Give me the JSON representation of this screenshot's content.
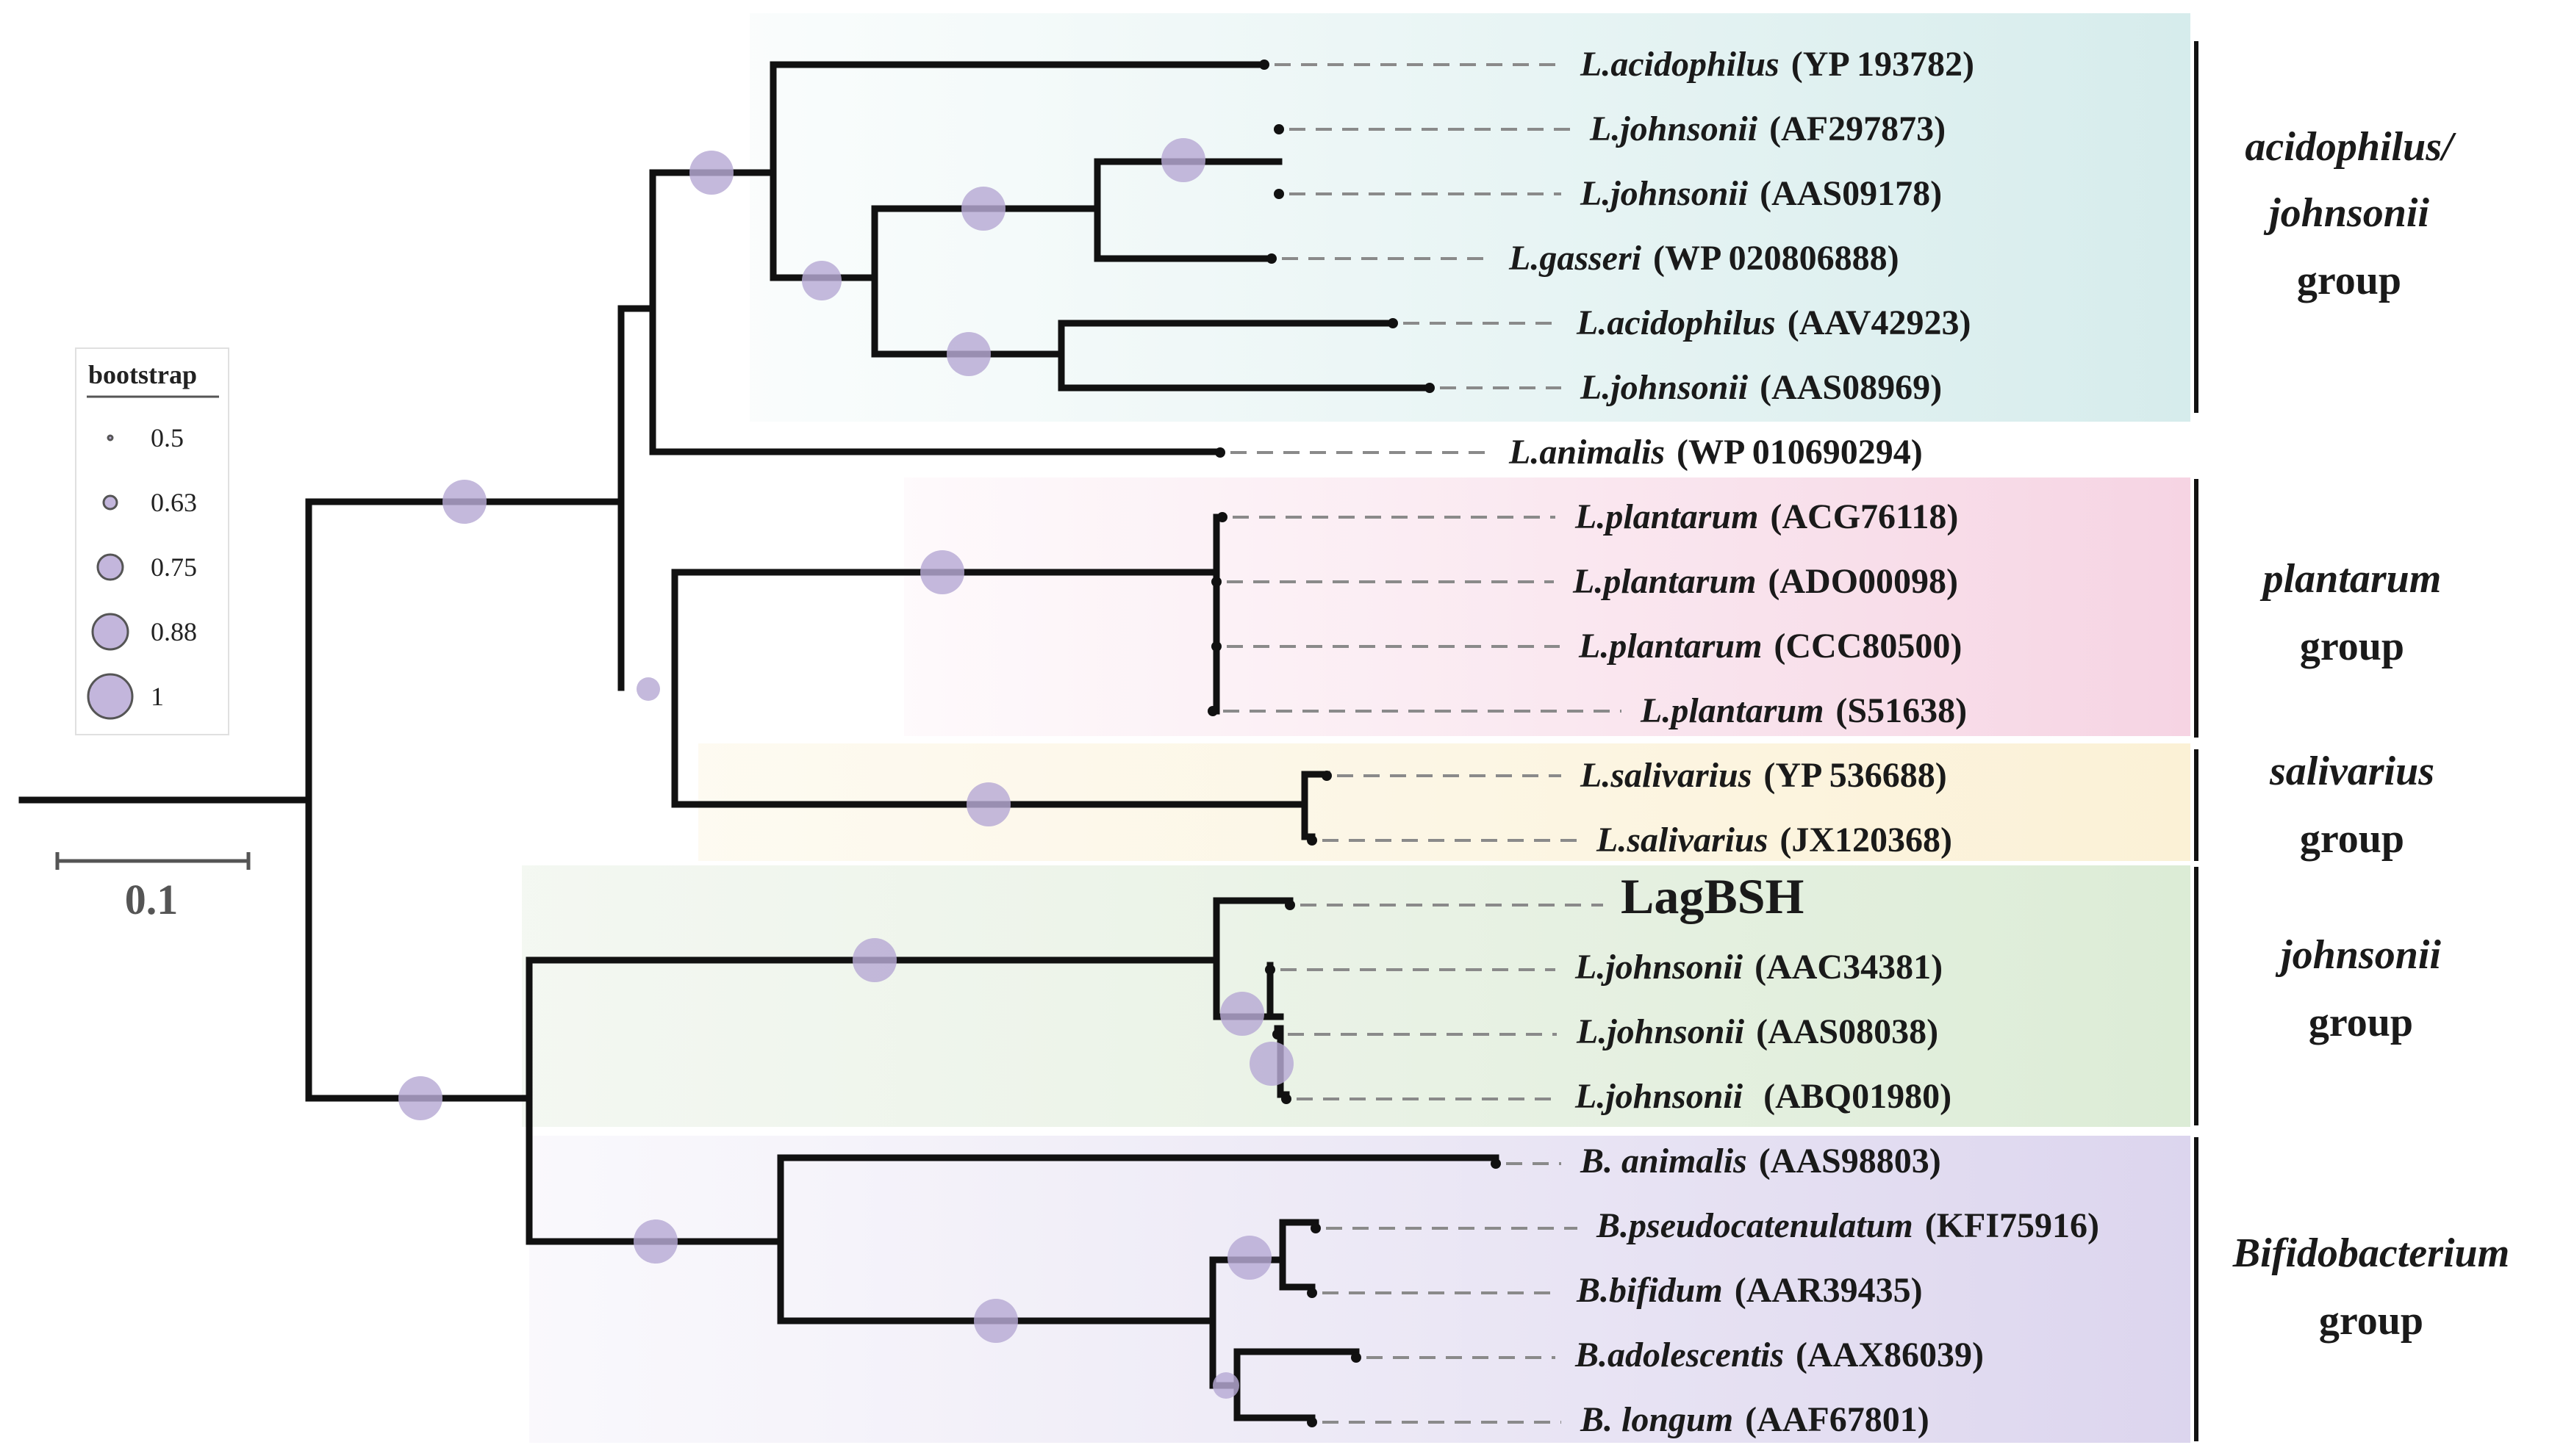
{
  "legend": {
    "title": "bootstrap",
    "entries": [
      {
        "label": "0.5",
        "value": 0.5
      },
      {
        "label": "0.63",
        "value": 0.63
      },
      {
        "label": "0.75",
        "value": 0.75
      },
      {
        "label": "0.88",
        "value": 0.88
      },
      {
        "label": "1",
        "value": 1
      }
    ]
  },
  "scale_bar": {
    "label": "0.1"
  },
  "colors": {
    "bootstrap_circle": "#b7a9d4",
    "branch": "#111111",
    "acidophilus_band": "#dcefee",
    "plantarum_band": "#f7dbe8",
    "salivarius_band": "#fbf3dc",
    "johnsonii_band": "#e2efdc",
    "bifidobacterium_band": "#e4dff1"
  },
  "taxa": [
    {
      "species": "L.acidophilus",
      "accession": "(YP 193782)"
    },
    {
      "species": "L.johnsonii",
      "accession": "(AF297873)"
    },
    {
      "species": "L.johnsonii",
      "accession": "(AAS09178)"
    },
    {
      "species": "L.gasseri",
      "accession": "(WP 020806888)"
    },
    {
      "species": "L.acidophilus",
      "accession": "(AAV42923)"
    },
    {
      "species": "L.johnsonii",
      "accession": "(AAS08969)"
    },
    {
      "species": "L.animalis",
      "accession": "(WP 010690294)"
    },
    {
      "species": "L.plantarum",
      "accession": "(ACG76118)"
    },
    {
      "species": "L.plantarum",
      "accession": "(ADO00098)"
    },
    {
      "species": "L.plantarum",
      "accession": "(CCC80500)"
    },
    {
      "species": "L.plantarum",
      "accession": "(S51638)"
    },
    {
      "species": "L.salivarius",
      "accession": "(YP 536688)"
    },
    {
      "species": "L.salivarius",
      "accession": "(JX120368)"
    },
    {
      "species": "LagBSH",
      "accession": ""
    },
    {
      "species": "L.johnsonii",
      "accession": "(AAC34381)"
    },
    {
      "species": "L.johnsonii",
      "accession": "(AAS08038)"
    },
    {
      "species": "L.johnsonii",
      "accession": " (ABQ01980)"
    },
    {
      "species": "B. animalis",
      "accession": "(AAS98803)"
    },
    {
      "species": "B.pseudocatenulatum",
      "accession": "(KFI75916)"
    },
    {
      "species": "B.bifidum",
      "accession": "(AAR39435)"
    },
    {
      "species": "B.adolescentis",
      "accession": "(AAX86039)"
    },
    {
      "species": "B. longum",
      "accession": "(AAF67801)"
    }
  ],
  "groups": [
    {
      "line1": "acidophilus/",
      "line2": "johnsonii",
      "line3": "group"
    },
    {
      "line1": "plantarum",
      "line2": "group"
    },
    {
      "line1": "salivarius",
      "line2": "group"
    },
    {
      "line1": "johnsonii",
      "line2": "group"
    },
    {
      "line1": "Bifidobacterium",
      "line2": "group"
    }
  ]
}
